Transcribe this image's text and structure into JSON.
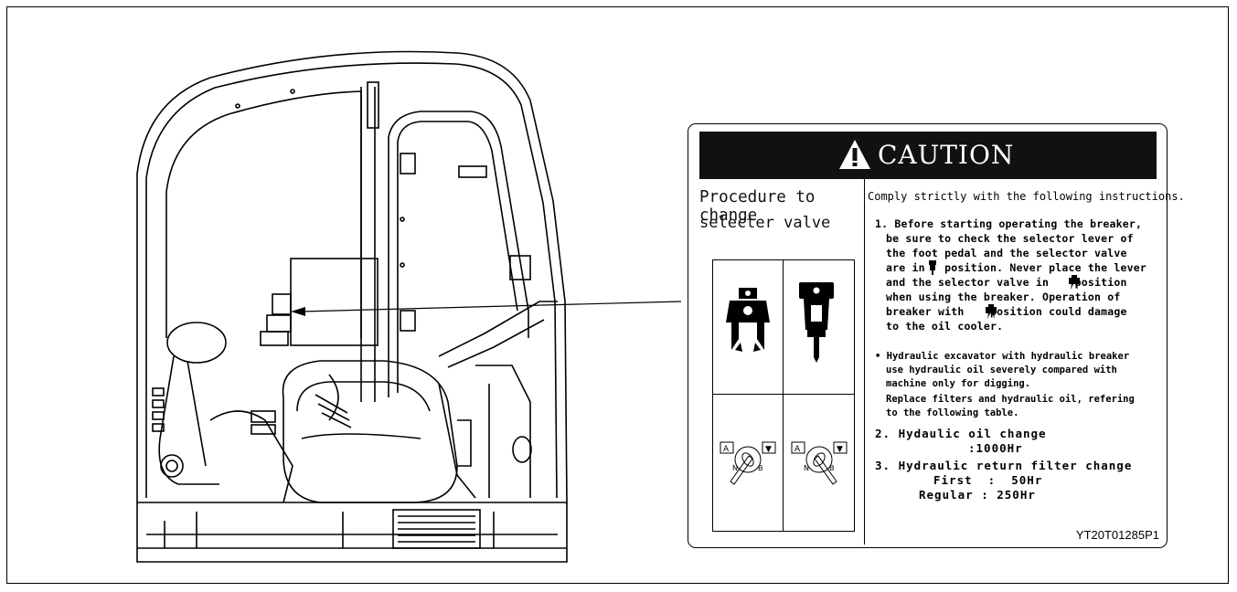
{
  "label": {
    "caution_title": "CAUTION",
    "left_heading_line1": "Procedure to change",
    "left_heading_line2": "selecter valve",
    "comply": "Comply strictly with the following instructions.",
    "item1": [
      "1. Before starting operating the breaker,",
      "be sure to check the selector lever of",
      "the foot pedal and the selector valve",
      "are in   position. Never place the lever",
      "and the selector valve in    position",
      "when using the breaker. Operation of",
      "breaker with    position could damage",
      "to the oil cooler."
    ],
    "bullet": [
      "• Hydraulic excavator with hydraulic breaker",
      "use hydraulic oil severely compared with",
      "machine only for digging.",
      "Replace filters and hydraulic oil, refering",
      "to the following table."
    ],
    "item2_line1": "2. Hydaulic oil change",
    "item2_line2": ":1000Hr",
    "item3_line1": "3. Hydraulic return filter change",
    "item3_line2": "First  :  50Hr",
    "item3_line3": "Regular : 250Hr",
    "part_code": "YT20T01285P1",
    "valve_letters": [
      "A",
      "B",
      "N"
    ]
  },
  "colors": {
    "banner": "#111111",
    "line": "#000000",
    "background": "#ffffff"
  },
  "icons": [
    "warning-triangle-icon",
    "crusher-attachment-icon",
    "breaker-hammer-icon",
    "selector-valve-icon"
  ]
}
